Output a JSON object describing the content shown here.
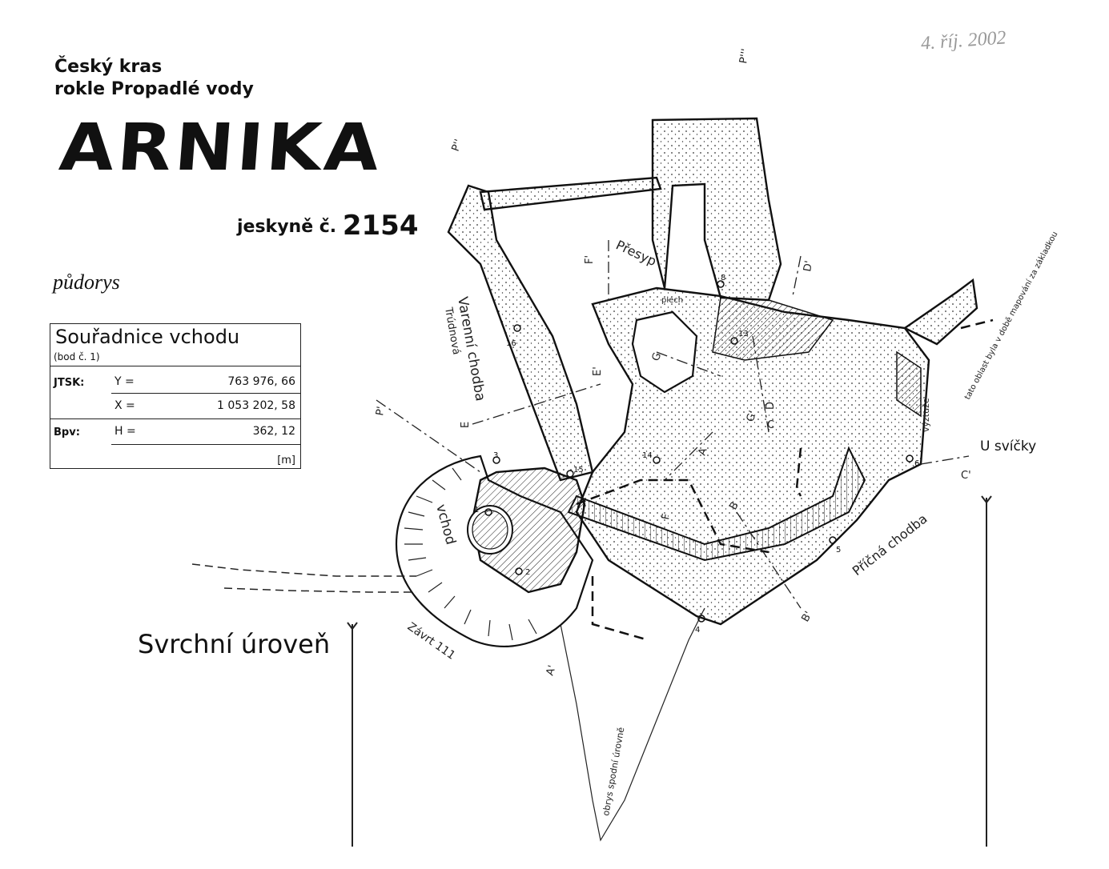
{
  "header": {
    "region": "Český kras",
    "locality": "rokle Propadlé vody",
    "cave_name": "ARNIKA",
    "cave_number_prefix": "jeskyně č.",
    "cave_number": "2154",
    "view": "půdorys"
  },
  "coordinates_box": {
    "title": "Souřadnice vchodu",
    "subtitle": "(bod č. 1)",
    "rows": [
      {
        "system": "JTSK:",
        "var": "Y =",
        "value": "763 976, 66"
      },
      {
        "system": "",
        "var": "X =",
        "value": "1 053 202, 58"
      },
      {
        "system": "Bpv:",
        "var": "H =",
        "value": "362, 12"
      }
    ],
    "unit": "[m]"
  },
  "level_label": "Svrchní úroveň",
  "handwritten_date": "4. říj. 2002",
  "map_labels": {
    "presyp": "Přesyp",
    "varenni_chodba": "Varenní chodba",
    "trudnova": "Trúdnová",
    "vchod": "vchod",
    "zavrt": "Závrt 111",
    "pricna_chodba": "Příčná chodba",
    "u_svicky": "U svíčky",
    "vyztuze": "výztuže",
    "plech": "plech",
    "obrys": "obrys spodní úrovně",
    "note": "tato oblast byla v době mapování za základkou",
    "section_marks": [
      "A",
      "A'",
      "B",
      "B'",
      "C",
      "C'",
      "D",
      "D'",
      "E",
      "E'",
      "F",
      "F'",
      "G",
      "G'",
      "P'",
      "P''",
      "P'''"
    ],
    "survey_points": [
      "1",
      "2",
      "3",
      "4",
      "5",
      "6",
      "8",
      "13",
      "14",
      "15",
      "16"
    ]
  }
}
